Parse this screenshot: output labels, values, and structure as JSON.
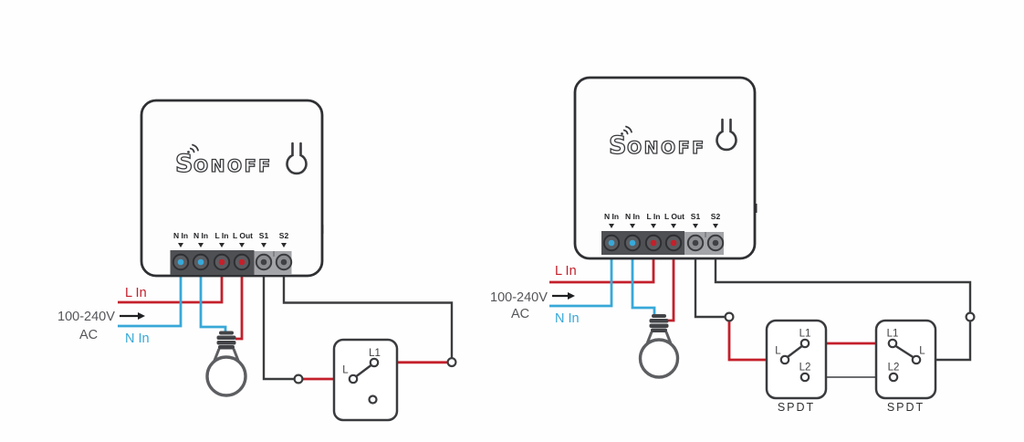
{
  "colors": {
    "live_wire_red": "#c4202b",
    "neutral_wire_blue": "#38a8d8",
    "switch_wire_black": "#3b3c3e",
    "l2_link_gray": "#6d6e71",
    "device_outline": "#2f3033",
    "terminal_block_dark": "#4f5054",
    "terminal_block_light": "#a4a5a8",
    "bulb_gray": "#5d5e61",
    "label_gray": "#55565a"
  },
  "left": {
    "device": {
      "brand_first": "S",
      "brand_rest": "ONOFF",
      "terminals": [
        "N In",
        "N In",
        "L In",
        "L Out",
        "S1",
        "S2"
      ]
    },
    "power": {
      "voltage": "100-240V",
      "current_type": "AC",
      "live": "L In",
      "neutral": "N In"
    },
    "switch": {
      "l1": "L1",
      "l": "L"
    }
  },
  "right": {
    "device": {
      "brand_first": "S",
      "brand_rest": "ONOFF",
      "terminals": [
        "N In",
        "N In",
        "L In",
        "L Out",
        "S1",
        "S2"
      ]
    },
    "power": {
      "voltage": "100-240V",
      "current_type": "AC",
      "live": "L In",
      "neutral": "N In"
    },
    "switch1": {
      "l1": "L1",
      "l2": "L2",
      "l": "L",
      "caption": "SPDT"
    },
    "switch2": {
      "l1": "L1",
      "l2": "L2",
      "l": "L",
      "caption": "SPDT"
    }
  }
}
